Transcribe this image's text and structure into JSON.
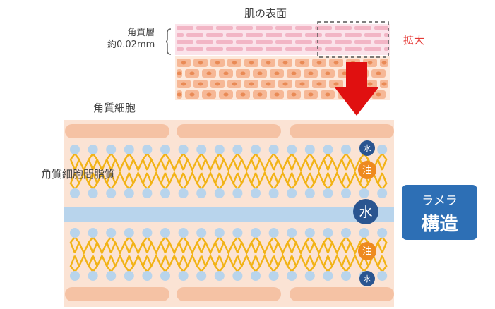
{
  "labels": {
    "skin_surface": "肌の表面",
    "stratum_corneum": "角質層",
    "thickness": "約0.02mm",
    "zoom": "拡大",
    "corneocyte": "角質細胞",
    "intercellular_lipid": "角質細胞間脂質"
  },
  "lamellar": {
    "line1": "ラメラ",
    "line2": "構造"
  },
  "markers": {
    "water": "水",
    "oil": "油"
  },
  "colors": {
    "corneocyte_fill": "#f5c2a4",
    "background_fill": "#fbe3d4",
    "lipid_head": "#b8d4ec",
    "lipid_tail": "#f2b316",
    "water_layer": "#b8d4ec",
    "water_badge": "#2a5590",
    "oil_badge": "#ee8a1f",
    "zoom_arrow": "#e01010",
    "lamellar_box": "#2d6fb5"
  }
}
